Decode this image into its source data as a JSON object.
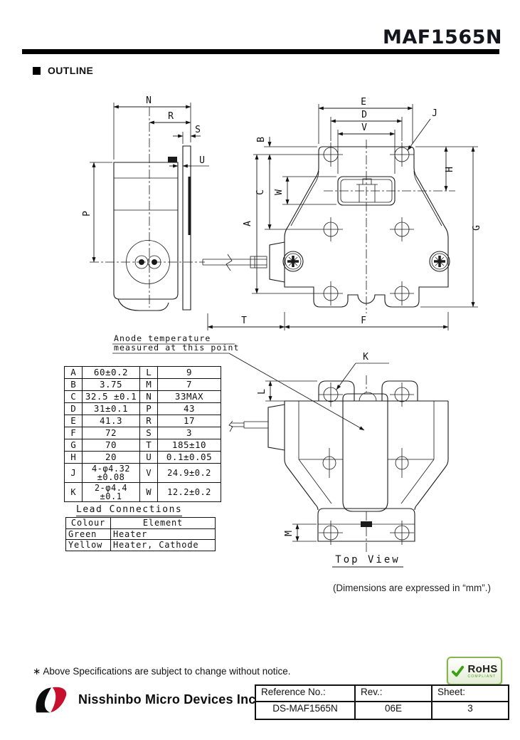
{
  "header": {
    "title": "MAF1565N",
    "section_title": "OUTLINE"
  },
  "drawing": {
    "letters": {
      "A": "A",
      "B": "B",
      "C": "C",
      "D": "D",
      "E": "E",
      "F": "F",
      "G": "G",
      "H": "H",
      "J": "J",
      "K": "K",
      "L": "L",
      "M": "M",
      "N": "N",
      "P": "P",
      "R": "R",
      "S": "S",
      "T": "T",
      "U": "U",
      "V": "V",
      "W": "W"
    },
    "anode_note_line1": "Anode temperature",
    "anode_note_line2": "measured at this point",
    "top_view_label": "Top View"
  },
  "dim_table": {
    "rows": [
      [
        "A",
        "60±0.2",
        "L",
        "9"
      ],
      [
        "B",
        "3.75",
        "M",
        "7"
      ],
      [
        "C",
        "32.5 ±0.1",
        "N",
        "33MAX"
      ],
      [
        "D",
        "31±0.1",
        "P",
        "43"
      ],
      [
        "E",
        "41.3",
        "R",
        "17"
      ],
      [
        "F",
        "72",
        "S",
        "3"
      ],
      [
        "G",
        "70",
        "T",
        "185±10"
      ],
      [
        "H",
        "20",
        "U",
        "0.1±0.05"
      ],
      [
        "J",
        "4-φ4.32\n±0.08",
        "V",
        "24.9±0.2"
      ],
      [
        "K",
        "2-φ4.4\n±0.1",
        "W",
        "12.2±0.2"
      ]
    ]
  },
  "lead_connections": {
    "title": "Lead Connections",
    "headers": [
      "Colour",
      "Element"
    ],
    "rows": [
      [
        "Green",
        "Heater"
      ],
      [
        "Yellow",
        "Heater, Cathode"
      ]
    ]
  },
  "notes": {
    "unit": "(Dimensions are expressed in “mm”.)",
    "disclaimer": "∗ Above Specifications are subject to change without notice."
  },
  "footer": {
    "company": "Nisshinbo Micro Devices Inc.",
    "rohs": {
      "label": "RoHS",
      "compliant": "COMPLIANT"
    },
    "reference": {
      "ref_label": "Reference No.:",
      "ref_value": "DS-MAF1565N",
      "rev_label": "Rev.:",
      "rev_value": "06E",
      "sheet_label": "Sheet:",
      "sheet_value": "3"
    },
    "colors": {
      "logo_red": "#c8102e",
      "rohs_green": "#3aa10f"
    }
  }
}
